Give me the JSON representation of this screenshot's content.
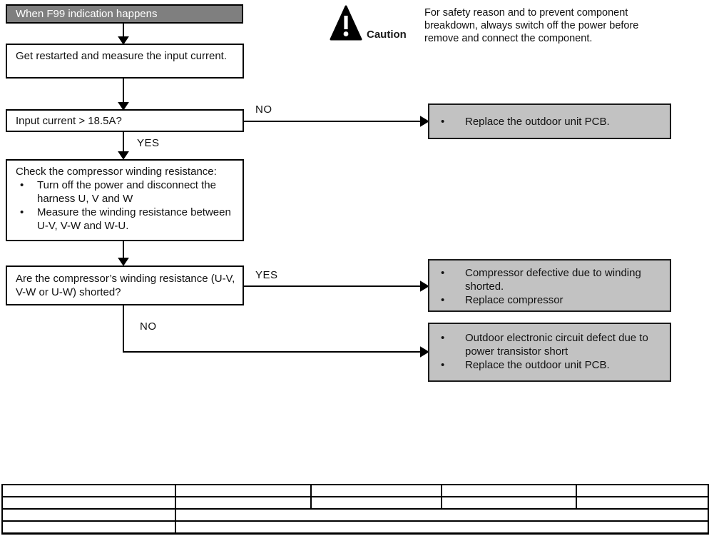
{
  "caution": {
    "icon": "warning-triangle-icon",
    "label": "Caution",
    "text": "For safety reason and to prevent component breakdown, always switch off the power before remove and connect the component."
  },
  "flowchart": {
    "title": "When F99 indication happens",
    "steps": {
      "restart": "Get restarted and measure the input current.",
      "input_current": "Input current > 18.5A?",
      "check_winding_title": "Check the compressor winding resistance:",
      "check_winding_bullets": [
        "Turn off the power and disconnect the harness U, V and W",
        "Measure the winding resistance between U-V, V-W and W-U."
      ],
      "shorted_question": "Are the compressor’s winding resistance (U-V, V-W or U-W) shorted?"
    },
    "branch_labels": {
      "input_no": "NO",
      "input_yes": "YES",
      "shorted_yes": "YES",
      "shorted_no": "NO"
    },
    "results": {
      "replace_pcb_bullets": [
        "Replace the outdoor unit PCB."
      ],
      "compressor_defective_bullets": [
        "Compressor defective due to winding shorted.",
        "Replace compressor"
      ],
      "transistor_short_bullets": [
        "Outdoor electronic circuit defect due to power transistor short",
        "Replace the outdoor unit PCB."
      ]
    }
  },
  "colors": {
    "title_box_bg": "#7f7f7f",
    "title_box_text": "#ffffff",
    "result_box_bg": "#c2c2c2",
    "line_color": "#000000"
  },
  "bottom_table": {
    "rows": [
      [
        "",
        "",
        "",
        "",
        ""
      ],
      [
        "",
        "",
        "",
        "",
        ""
      ],
      [
        "",
        ""
      ],
      [
        "",
        ""
      ]
    ]
  }
}
